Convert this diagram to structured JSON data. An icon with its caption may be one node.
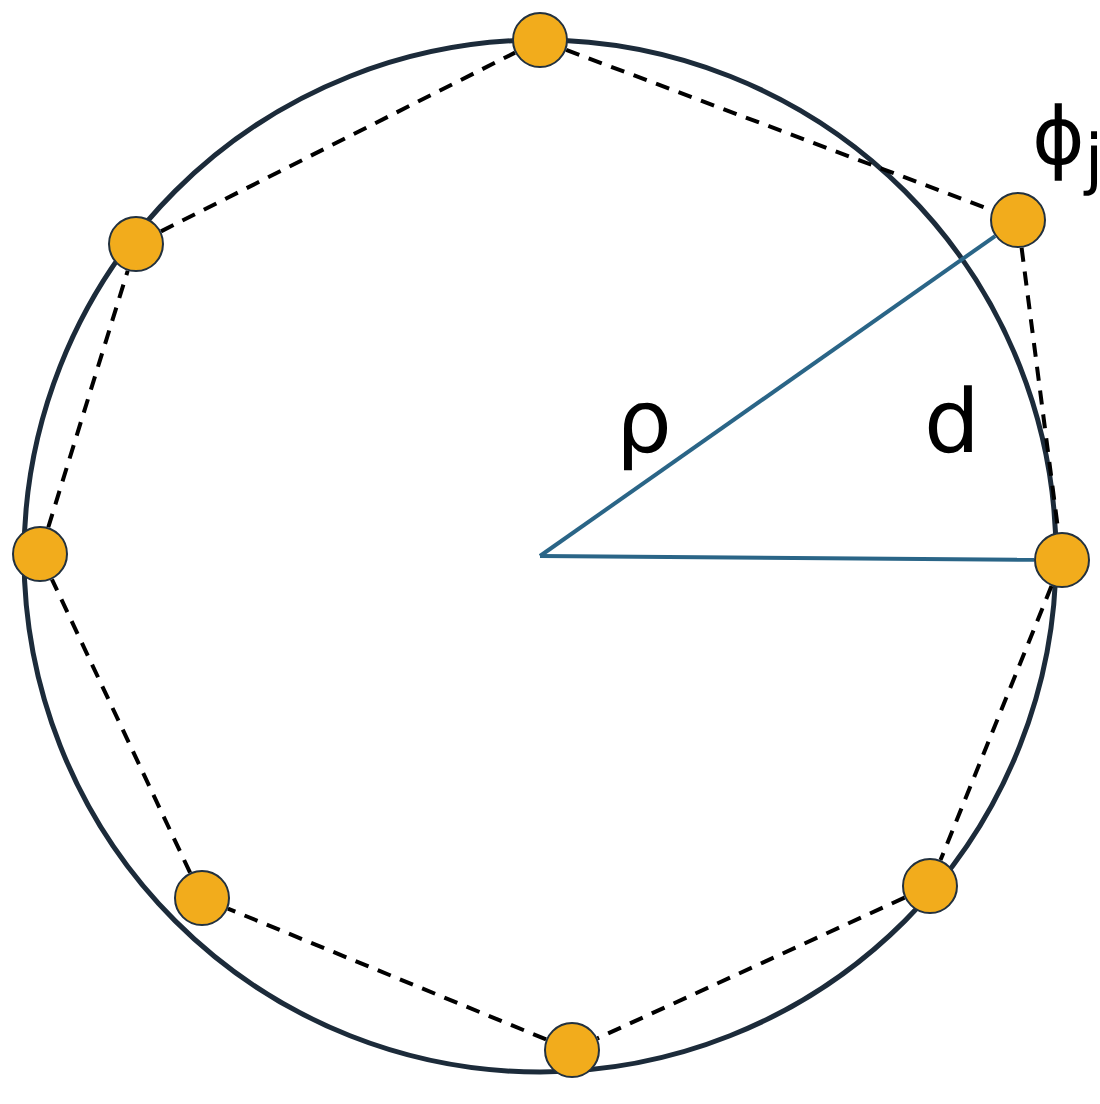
{
  "diagram": {
    "nodes": [
      {
        "text": [],
        "shape": "circle"
      },
      {
        "text": [],
        "shape": "circle"
      },
      {
        "text": [],
        "shape": "circle",
        "beside": [
          "ϕ$_{j}$"
        ]
      },
      {
        "text": [],
        "shape": "circle"
      },
      {
        "text": [],
        "shape": "circle"
      },
      {
        "text": [],
        "shape": "circle"
      },
      {
        "text": [],
        "shape": "circle"
      },
      {
        "text": [],
        "shape": "circle"
      }
    ],
    "edges": [
      {
        "from": 0,
        "to": 2,
        "arrow": "none",
        "style": "dashed"
      },
      {
        "from": 2,
        "to": 4,
        "arrow": "none",
        "style": "dashed",
        "label": "d"
      },
      {
        "from": 4,
        "to": 6,
        "arrow": "none",
        "style": "dashed"
      },
      {
        "from": 6,
        "to": 7,
        "arrow": "none",
        "style": "dashed"
      },
      {
        "from": 7,
        "to": 5,
        "arrow": "none",
        "style": "dashed"
      },
      {
        "from": 5,
        "to": 3,
        "arrow": "none",
        "style": "dashed"
      },
      {
        "from": 3,
        "to": 1,
        "arrow": "none",
        "style": "dashed"
      },
      {
        "from": 1,
        "to": 0,
        "arrow": "none",
        "style": "dashed"
      },
      {
        "from": null,
        "to": 2,
        "arrow": "none",
        "color": "#2a6587",
        "label": "ρ"
      },
      {
        "from": null,
        "to": 4,
        "arrow": "none",
        "color": "#2a6587"
      }
    ]
  }
}
